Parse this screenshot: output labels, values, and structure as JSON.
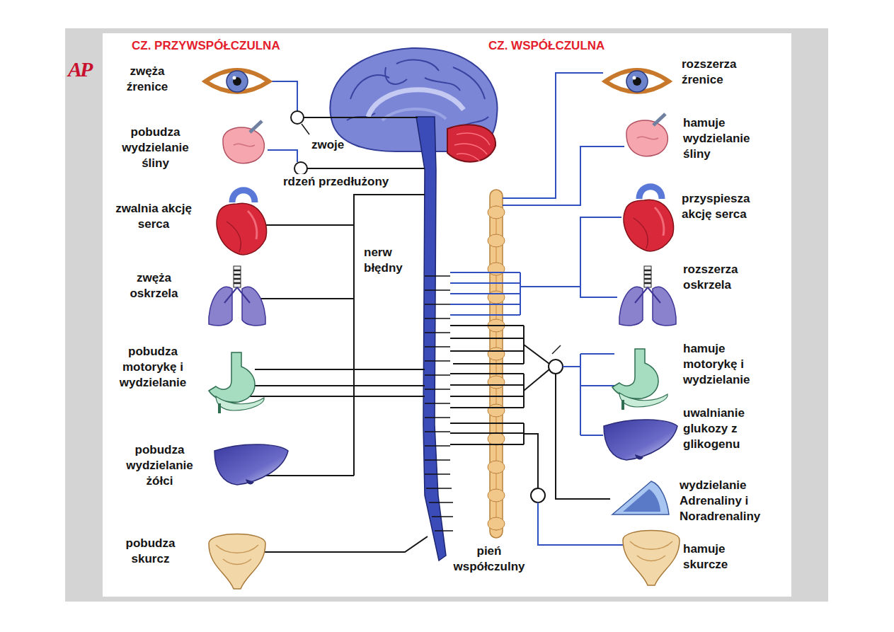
{
  "diagram": {
    "labels": [
      "AP",
      "CZ. PRZYWSPÓŁCZULNA",
      "CZ. WSPÓŁCZULNA",
      "zwęża źrenice",
      "rozszerza źrenice",
      "zwoje",
      "pobudza wydzielanie śliny",
      "hamuje wydzielanie śliny",
      "rdzeń przedłużony",
      "zwalnia akcję serca",
      "przyspiesza akcję serca",
      "nerw błędny",
      "zwęża oskrzela",
      "rozszerza oskrzela",
      "pobudza motorykę i wydzielanie",
      "hamuje motorykę i wydzielanie",
      "uwalnianie glukozy z glikogenu",
      "pobudza wydzielanie żółci",
      "wydzielanie Adrenaliny i Noradrenaliny",
      "pobudza skurcz",
      "pień współczulny",
      "hamuje skurcze"
    ]
  }
}
